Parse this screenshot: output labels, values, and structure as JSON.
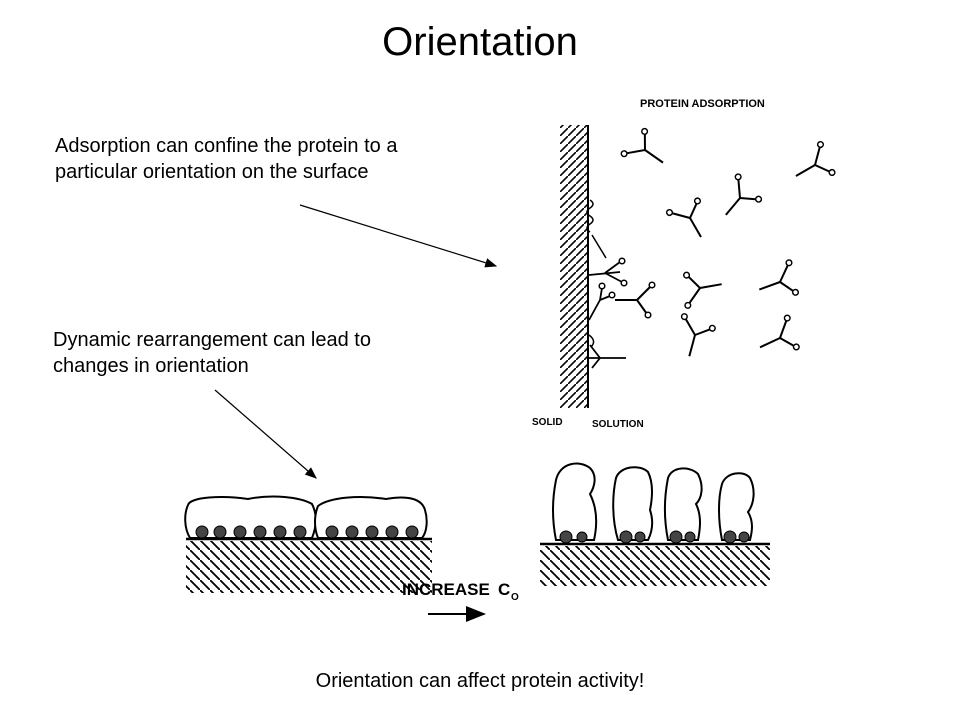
{
  "slide": {
    "title": "Orientation",
    "caption_adsorption": "Adsorption can confine the protein to a particular orientation on the surface",
    "caption_dynamic": "Dynamic rearrangement can lead to changes in orientation",
    "footer": "Orientation can affect protein activity!"
  },
  "figure_top": {
    "heading": "PROTEIN ADSORPTION",
    "label_solid": "SOLID",
    "label_solution": "SOLUTION"
  },
  "figure_bottom": {
    "label_increase": "INCREASE",
    "label_c": "C",
    "label_sub": "O"
  }
}
